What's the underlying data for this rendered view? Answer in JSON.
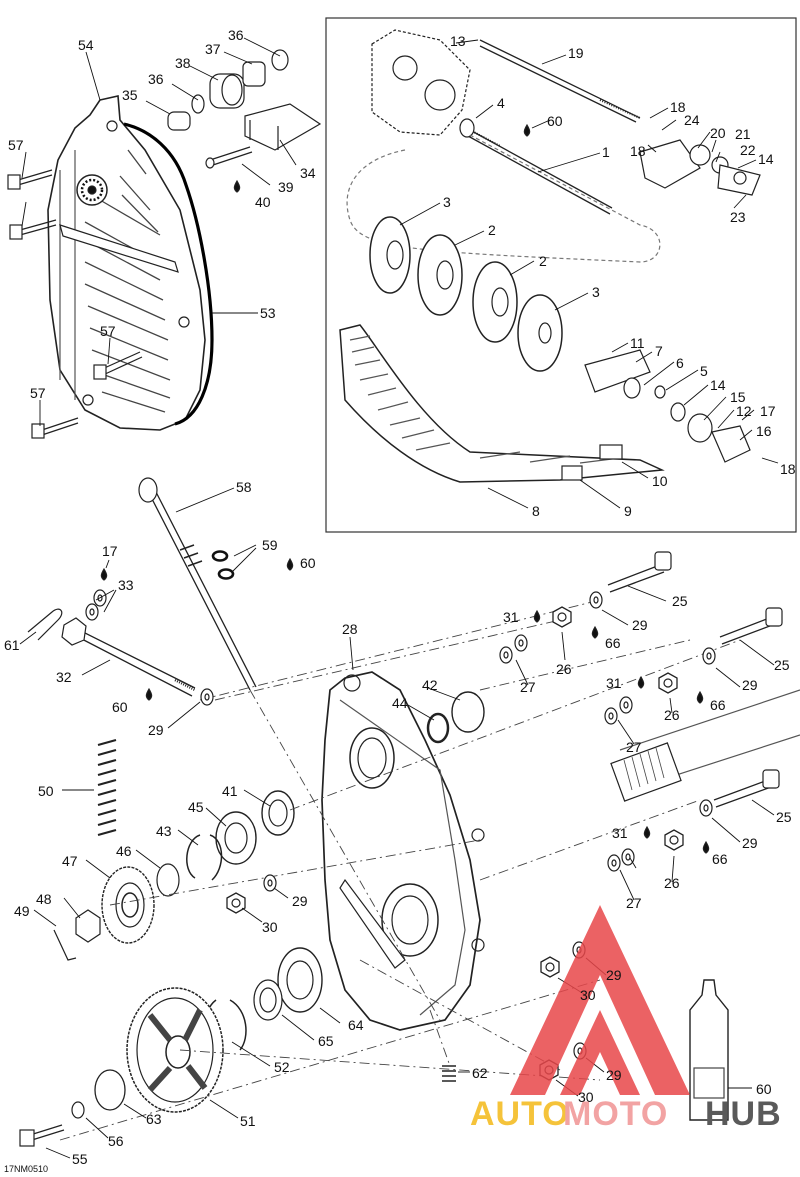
{
  "drawing_code": "17NM0510",
  "watermark": {
    "word_a": "AUTO",
    "word_b": "MOTO",
    "word_c": "HUB",
    "colors": {
      "auto": "#f5c33a",
      "moto": "#f2a3a3",
      "hub": "#5a5a5a",
      "triangle": "#e8474a"
    }
  },
  "callouts": [
    {
      "id": "54",
      "text": "54"
    },
    {
      "id": "36a",
      "text": "36"
    },
    {
      "id": "37",
      "text": "37"
    },
    {
      "id": "38",
      "text": "38"
    },
    {
      "id": "36b",
      "text": "36"
    },
    {
      "id": "35",
      "text": "35"
    },
    {
      "id": "57a",
      "text": "57"
    },
    {
      "id": "57b",
      "text": "57"
    },
    {
      "id": "57c",
      "text": "57"
    },
    {
      "id": "34",
      "text": "34"
    },
    {
      "id": "39",
      "text": "39"
    },
    {
      "id": "40",
      "text": "40"
    },
    {
      "id": "53",
      "text": "53"
    },
    {
      "id": "13",
      "text": "13"
    },
    {
      "id": "19",
      "text": "19"
    },
    {
      "id": "4",
      "text": "4"
    },
    {
      "id": "60a",
      "text": "60"
    },
    {
      "id": "18a",
      "text": "18"
    },
    {
      "id": "24",
      "text": "24"
    },
    {
      "id": "20",
      "text": "20"
    },
    {
      "id": "21",
      "text": "21"
    },
    {
      "id": "18b",
      "text": "18"
    },
    {
      "id": "22",
      "text": "22"
    },
    {
      "id": "14a",
      "text": "14"
    },
    {
      "id": "23",
      "text": "23"
    },
    {
      "id": "1",
      "text": "1"
    },
    {
      "id": "3a",
      "text": "3"
    },
    {
      "id": "2a",
      "text": "2"
    },
    {
      "id": "2b",
      "text": "2"
    },
    {
      "id": "3b",
      "text": "3"
    },
    {
      "id": "11",
      "text": "11"
    },
    {
      "id": "7",
      "text": "7"
    },
    {
      "id": "6",
      "text": "6"
    },
    {
      "id": "5",
      "text": "5"
    },
    {
      "id": "14b",
      "text": "14"
    },
    {
      "id": "15",
      "text": "15"
    },
    {
      "id": "12",
      "text": "12"
    },
    {
      "id": "17a",
      "text": "17"
    },
    {
      "id": "16",
      "text": "16"
    },
    {
      "id": "18c",
      "text": "18"
    },
    {
      "id": "10",
      "text": "10"
    },
    {
      "id": "9",
      "text": "9"
    },
    {
      "id": "8",
      "text": "8"
    },
    {
      "id": "58",
      "text": "58"
    },
    {
      "id": "59",
      "text": "59"
    },
    {
      "id": "60b",
      "text": "60"
    },
    {
      "id": "17b",
      "text": "17"
    },
    {
      "id": "33",
      "text": "33"
    },
    {
      "id": "61",
      "text": "61"
    },
    {
      "id": "32",
      "text": "32"
    },
    {
      "id": "60c",
      "text": "60"
    },
    {
      "id": "29a",
      "text": "29"
    },
    {
      "id": "28",
      "text": "28"
    },
    {
      "id": "42",
      "text": "42"
    },
    {
      "id": "44",
      "text": "44"
    },
    {
      "id": "25a",
      "text": "25"
    },
    {
      "id": "29b",
      "text": "29"
    },
    {
      "id": "31a",
      "text": "31"
    },
    {
      "id": "66a",
      "text": "66"
    },
    {
      "id": "26a",
      "text": "26"
    },
    {
      "id": "27a",
      "text": "27"
    },
    {
      "id": "25b",
      "text": "25"
    },
    {
      "id": "31b",
      "text": "31"
    },
    {
      "id": "29c",
      "text": "29"
    },
    {
      "id": "66b",
      "text": "66"
    },
    {
      "id": "26b",
      "text": "26"
    },
    {
      "id": "27b",
      "text": "27"
    },
    {
      "id": "50",
      "text": "50"
    },
    {
      "id": "41",
      "text": "41"
    },
    {
      "id": "45",
      "text": "45"
    },
    {
      "id": "43",
      "text": "43"
    },
    {
      "id": "46",
      "text": "46"
    },
    {
      "id": "47",
      "text": "47"
    },
    {
      "id": "29d",
      "text": "29"
    },
    {
      "id": "30a",
      "text": "30"
    },
    {
      "id": "48",
      "text": "48"
    },
    {
      "id": "49",
      "text": "49"
    },
    {
      "id": "25c",
      "text": "25"
    },
    {
      "id": "31c",
      "text": "31"
    },
    {
      "id": "29e",
      "text": "29"
    },
    {
      "id": "66c",
      "text": "66"
    },
    {
      "id": "26c",
      "text": "26"
    },
    {
      "id": "27c",
      "text": "27"
    },
    {
      "id": "29f",
      "text": "29"
    },
    {
      "id": "30b",
      "text": "30"
    },
    {
      "id": "64",
      "text": "64"
    },
    {
      "id": "65",
      "text": "65"
    },
    {
      "id": "52",
      "text": "52"
    },
    {
      "id": "62",
      "text": "62"
    },
    {
      "id": "29g",
      "text": "29"
    },
    {
      "id": "30c",
      "text": "30"
    },
    {
      "id": "60d",
      "text": "60"
    },
    {
      "id": "51",
      "text": "51"
    },
    {
      "id": "63",
      "text": "63"
    },
    {
      "id": "56",
      "text": "56"
    },
    {
      "id": "55",
      "text": "55"
    }
  ],
  "icons": {
    "lube_drop": "drop-icon",
    "oil_bottle": "bottle-icon"
  }
}
